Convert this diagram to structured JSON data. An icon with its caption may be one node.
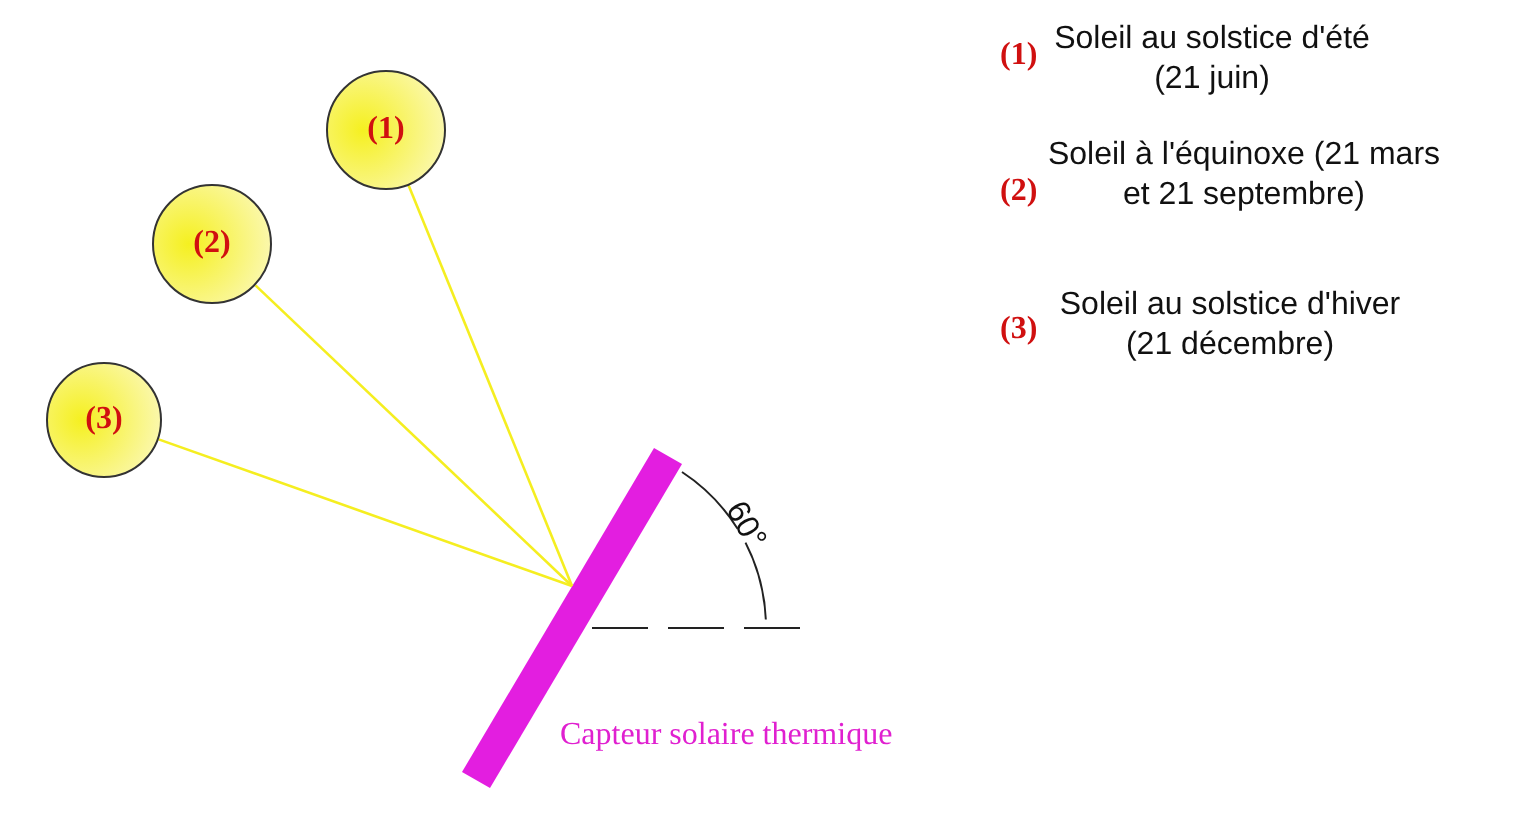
{
  "diagram": {
    "nodes": [
      {
        "text": [
          "(1)"
        ]
      },
      {
        "text": [
          "(2)"
        ]
      },
      {
        "text": [
          "(3)"
        ]
      },
      {
        "text": [],
        "shape": "bar",
        "beside": [
          "Capteur solaire thermique"
        ]
      }
    ],
    "edges": [
      {
        "from": 0,
        "to": 3,
        "arrow": "none"
      },
      {
        "from": 1,
        "to": 3,
        "arrow": "none"
      },
      {
        "from": 2,
        "to": 3,
        "arrow": "none"
      }
    ],
    "labels": [
      "(1)",
      "Soleil au solstice d'été (21 juin)",
      "(2)",
      "Soleil à l'équinoxe (21 mars et 21 septembre)",
      "(3)",
      "Soleil au solstice d'hiver (21 décembre)",
      "60°"
    ]
  }
}
